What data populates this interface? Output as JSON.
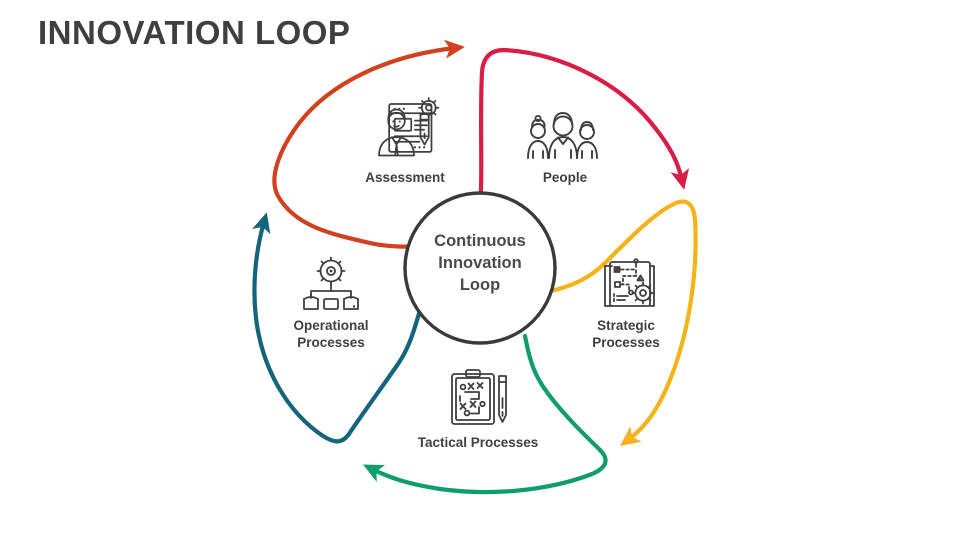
{
  "slide": {
    "title": "INNOVATION LOOP",
    "background": "#ffffff"
  },
  "center": {
    "name": "center-hub",
    "line1": "Continuous",
    "line2": "Innovation",
    "line3": "Loop",
    "ring_color": "#3a3a3a",
    "fill": "#ffffff"
  },
  "diagram": {
    "type": "cycle-loop",
    "segment_count": 5,
    "direction": "clockwise",
    "segments": [
      {
        "id": "assessment",
        "label": "Assessment",
        "label_lines": [
          "Assessment"
        ],
        "icon": "assessment-person-report-gear-icon",
        "color": "#d1411e",
        "color_name": "orange-red",
        "position": "top-left",
        "arrow": "clockwise-to-people"
      },
      {
        "id": "people",
        "label": "People",
        "label_lines": [
          "People"
        ],
        "icon": "people-group-icon",
        "color": "#d81e47",
        "color_name": "crimson",
        "position": "top-right",
        "arrow": "clockwise-to-strategic"
      },
      {
        "id": "strategic-processes",
        "label": "Strategic Processes",
        "label_lines": [
          "Strategic",
          "Processes"
        ],
        "icon": "strategy-board-gear-icon",
        "color": "#f5b21a",
        "color_name": "amber",
        "position": "right",
        "arrow": "clockwise-to-tactical"
      },
      {
        "id": "tactical-processes",
        "label": "Tactical Processes",
        "label_lines": [
          "Tactical Processes"
        ],
        "icon": "clipboard-playbook-pen-icon",
        "color": "#0f9d6e",
        "color_name": "green",
        "position": "bottom",
        "arrow": "clockwise-to-operational"
      },
      {
        "id": "operational-processes",
        "label": "Operational Processes",
        "label_lines": [
          "Operational",
          "Processes"
        ],
        "icon": "gear-hierarchy-icon",
        "color": "#14647e",
        "color_name": "teal",
        "position": "left",
        "arrow": "clockwise-to-assessment"
      }
    ]
  },
  "colors": {
    "title_text": "#3f3f3f",
    "label_text": "#3f3f3f",
    "center_text": "#4a4a4a",
    "icon_stroke": "#3f3f3f",
    "orange_red": "#d1411e",
    "crimson": "#d81e47",
    "amber": "#f5b21a",
    "green": "#0f9d6e",
    "teal": "#14647e"
  }
}
